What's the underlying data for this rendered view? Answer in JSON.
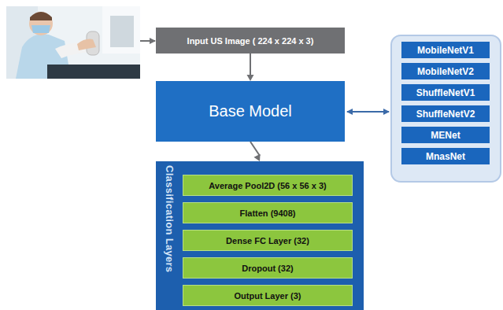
{
  "diagram": {
    "nodes": [
      {
        "text": [
          "Input US Image ( 224 x 224 x 3)"
        ]
      },
      {
        "text": [
          "Base Model"
        ]
      },
      {
        "text": [
          "MobileNetV1"
        ]
      },
      {
        "text": [
          "MobileNetV2"
        ]
      },
      {
        "text": [
          "ShuffleNetV1"
        ]
      },
      {
        "text": [
          "ShuffleNetV2"
        ]
      },
      {
        "text": [
          "MENet"
        ]
      },
      {
        "text": [
          "MnasNet"
        ]
      },
      {
        "text": [
          "Classification Layers"
        ]
      },
      {
        "text": [
          "Average Pool2D (56 x 56 x 3)"
        ],
        "in": 8
      },
      {
        "text": [
          "Flatten (9408)"
        ],
        "in": 8
      },
      {
        "text": [
          "Dense FC Layer (32)"
        ],
        "in": 8
      },
      {
        "text": [
          "Dropout (32)"
        ],
        "in": 8
      },
      {
        "text": [
          "Output Layer (3)"
        ],
        "in": 8
      }
    ],
    "edges": [
      {
        "from": 0,
        "to": 1,
        "arrow": "to"
      },
      {
        "from": 1,
        "to": 8,
        "arrow": "to"
      }
    ]
  }
}
